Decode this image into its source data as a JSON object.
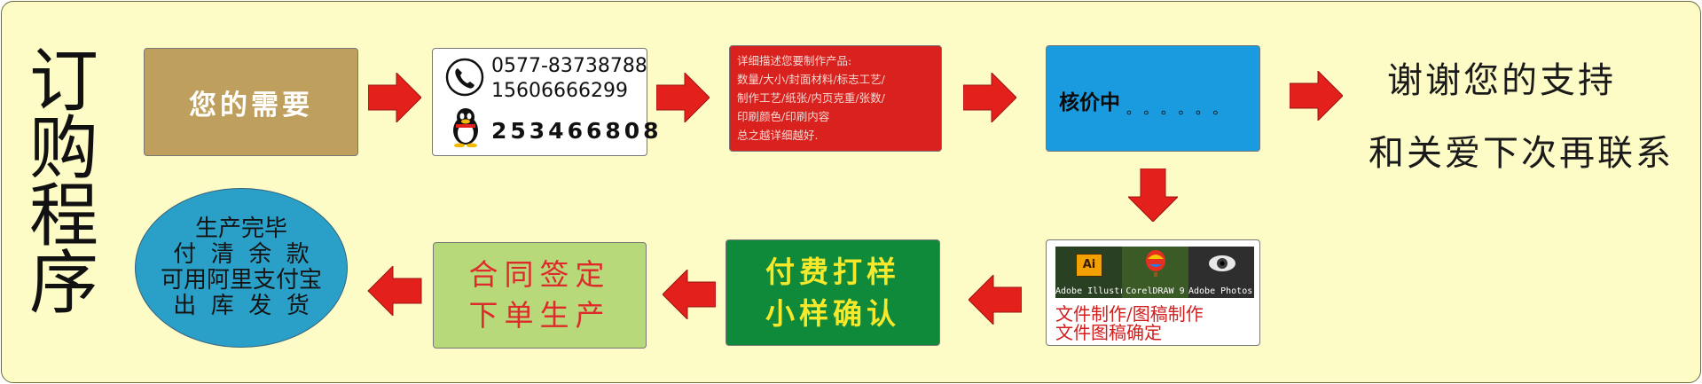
{
  "title": "订购程序",
  "steps": {
    "need": {
      "text": "您的需要"
    },
    "contact": {
      "phone": "0577-83738788",
      "mobile": "15606666299",
      "qq": "253466808"
    },
    "describe": {
      "lines": [
        "详细描述您要制作产品:",
        "数量/大小/封面材料/标志工艺/",
        "制作工艺/纸张/内页克重/张数/",
        "印刷颜色/印刷内容",
        "总之越详细越好."
      ]
    },
    "pricing": {
      "label": "核价中",
      "dots": "。。。。。。"
    },
    "files": {
      "apps": [
        {
          "name": "Adobe Illustrator",
          "caption": "Adobe Illustra...",
          "icon": "illustrator-icon"
        },
        {
          "name": "CorelDRAW 9",
          "caption": "CorelDRAW 9",
          "icon": "coreldraw-balloon-icon"
        },
        {
          "name": "Adobe Photoshop",
          "caption": "Adobe Photos...",
          "icon": "photoshop-eye-icon"
        }
      ],
      "line1": "文件制作/图稿制作",
      "line2": "文件图稿确定"
    },
    "sample": {
      "line1": "付费打样",
      "line2": "小样确认"
    },
    "contract": {
      "line1": "合同签定",
      "line2": "下单生产"
    },
    "finish": {
      "lines": [
        "生产完毕",
        "付  清  余  款",
        "可用阿里支付宝",
        "出  库  发  货"
      ]
    }
  },
  "thanks": {
    "line1": "谢谢您的支持",
    "line2": "和关爱下次再联系"
  },
  "colors": {
    "background": "#fdfbc6",
    "arrow": "#e3201b",
    "need_box": "#bf9f5e",
    "describe_box": "#d9211e",
    "pricing_box": "#1a9be0",
    "sample_box": "#0e8a3a",
    "contract_box": "#b7d97a",
    "finish_oval": "#2aa0c8"
  }
}
